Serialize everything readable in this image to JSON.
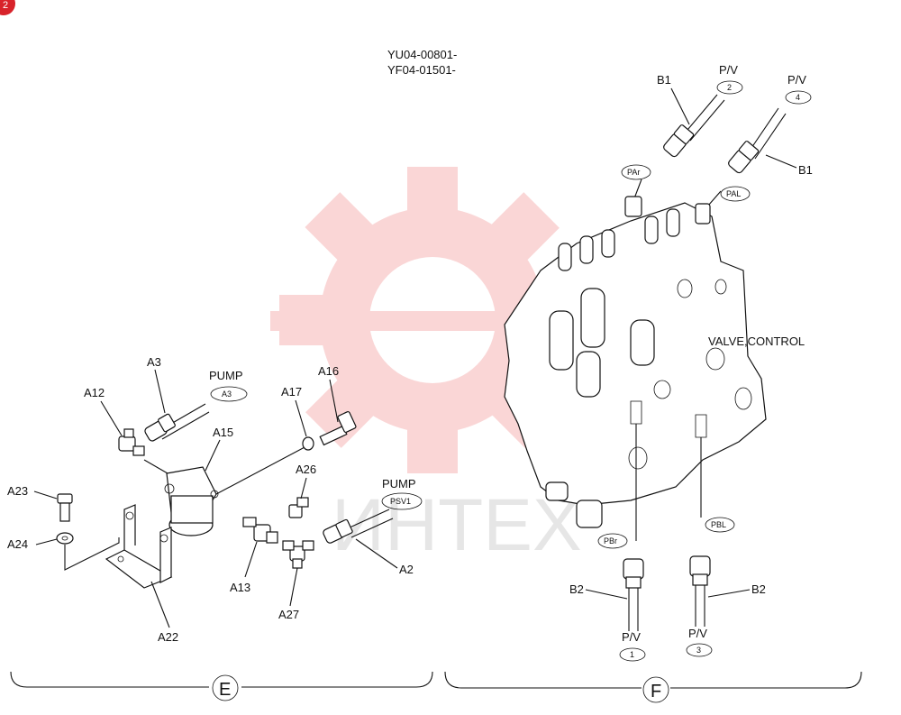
{
  "header": {
    "serial_line1": "YU04-00801-",
    "serial_line2": "YF04-01501-"
  },
  "corner_badge": "2",
  "watermark": {
    "text": "ИНТЕХ",
    "color": "#e83a3a"
  },
  "section_e": {
    "marker": "E",
    "labels": {
      "a3": "A3",
      "a12": "A12",
      "a15": "A15",
      "a16": "A16",
      "a17": "A17",
      "a26": "A26",
      "a23": "A23",
      "a24": "A24",
      "a13": "A13",
      "a27": "A27",
      "a22": "A22",
      "a2": "A2",
      "pump1": "PUMP",
      "pump2": "PUMP"
    },
    "tags": {
      "a3": "A3",
      "psv1": "PSV1"
    }
  },
  "section_f": {
    "marker": "F",
    "labels": {
      "b1_left": "B1",
      "b1_right": "B1",
      "pv_2": "P/V",
      "pv_4": "P/V",
      "pv_1": "P/V",
      "pv_3": "P/V",
      "b2_left": "B2",
      "b2_right": "B2",
      "valve": "VALVE,CONTROL"
    },
    "tags": {
      "n2": "2",
      "n4": "4",
      "n1": "1",
      "n3": "3",
      "par": "PAr",
      "pal": "PAL",
      "pbr": "PBr",
      "pbl": "PBL"
    }
  }
}
